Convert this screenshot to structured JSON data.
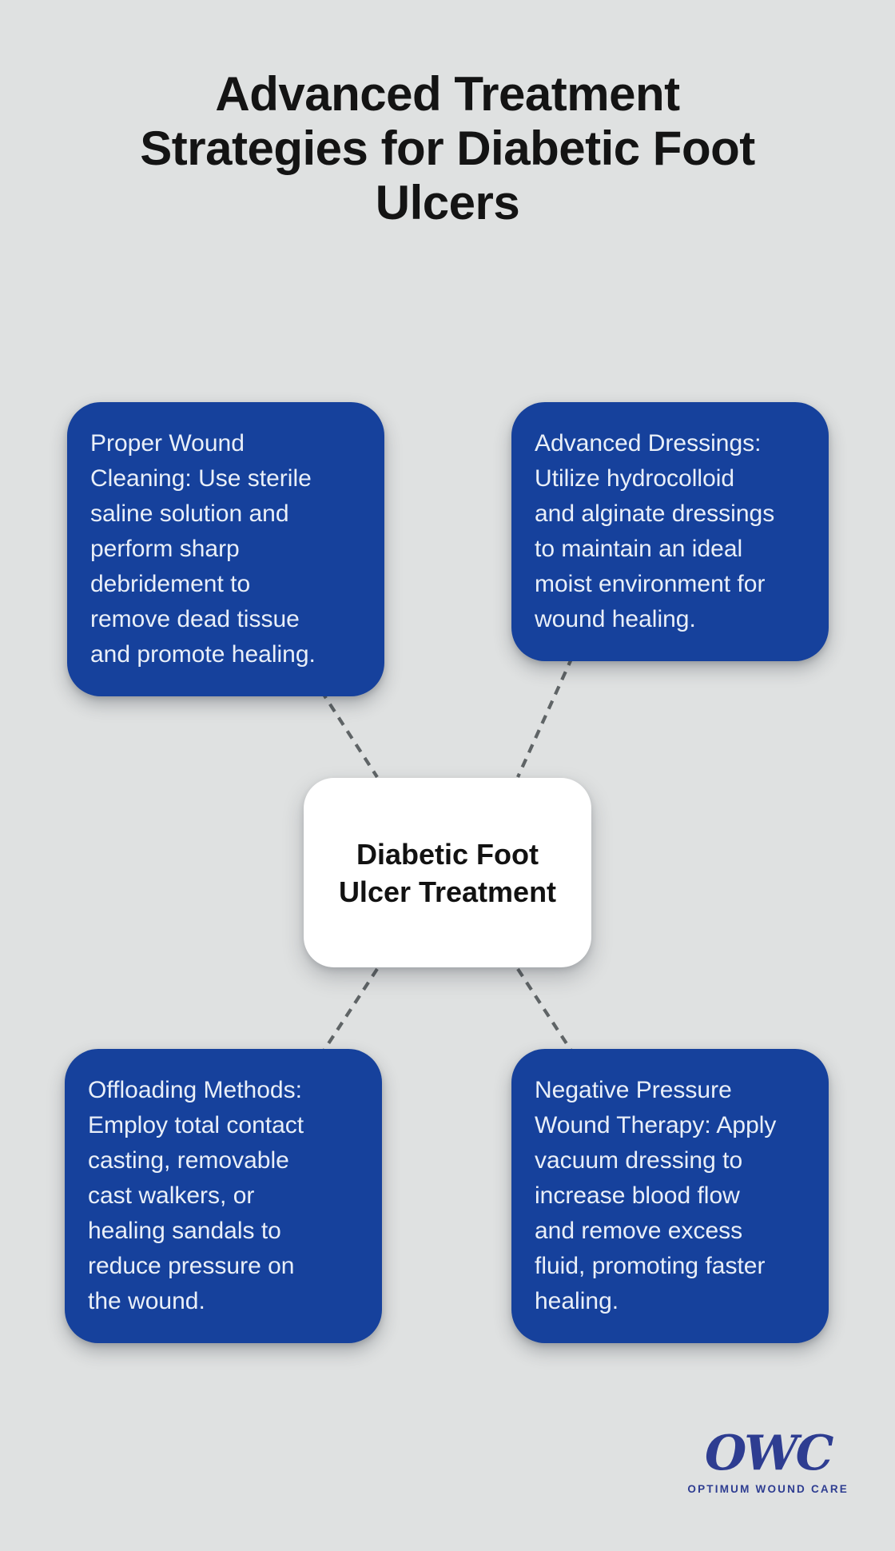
{
  "title": {
    "text": "Advanced Treatment\nStrategies for Diabetic Foot\nUlcers"
  },
  "center_node": {
    "label": "Diabetic Foot\nUlcer Treatment"
  },
  "nodes": [
    {
      "id": "proper-wound-cleaning",
      "text": "Proper Wound\nCleaning: Use sterile\nsaline solution and\nperform sharp\ndebridement to\nremove dead tissue\nand promote healing."
    },
    {
      "id": "advanced-dressings",
      "text": "Advanced Dressings:\nUtilize hydrocolloid\nand alginate dressings\nto maintain an ideal\nmoist environment for\nwound healing."
    },
    {
      "id": "offloading-methods",
      "text": "Offloading Methods:\nEmploy total contact\ncasting, removable\ncast walkers, or\nhealing sandals to\nreduce pressure on\nthe wound."
    },
    {
      "id": "negative-pressure-wound-therapy",
      "text": "Negative Pressure\nWound Therapy: Apply\nvacuum dressing to\nincrease blood flow\nand remove excess\nfluid, promoting faster\nhealing."
    }
  ],
  "logo": {
    "monogram": "OWC",
    "tagline": "OPTIMUM WOUND CARE"
  },
  "colors": {
    "background": "#dfe1e1",
    "node_blue": "#16419c",
    "node_text": "#e9eff8",
    "center_bg": "#ffffff",
    "center_text": "#121212",
    "title_text": "#141414",
    "connector": "#5f6466",
    "logo": "#2e3d91"
  }
}
